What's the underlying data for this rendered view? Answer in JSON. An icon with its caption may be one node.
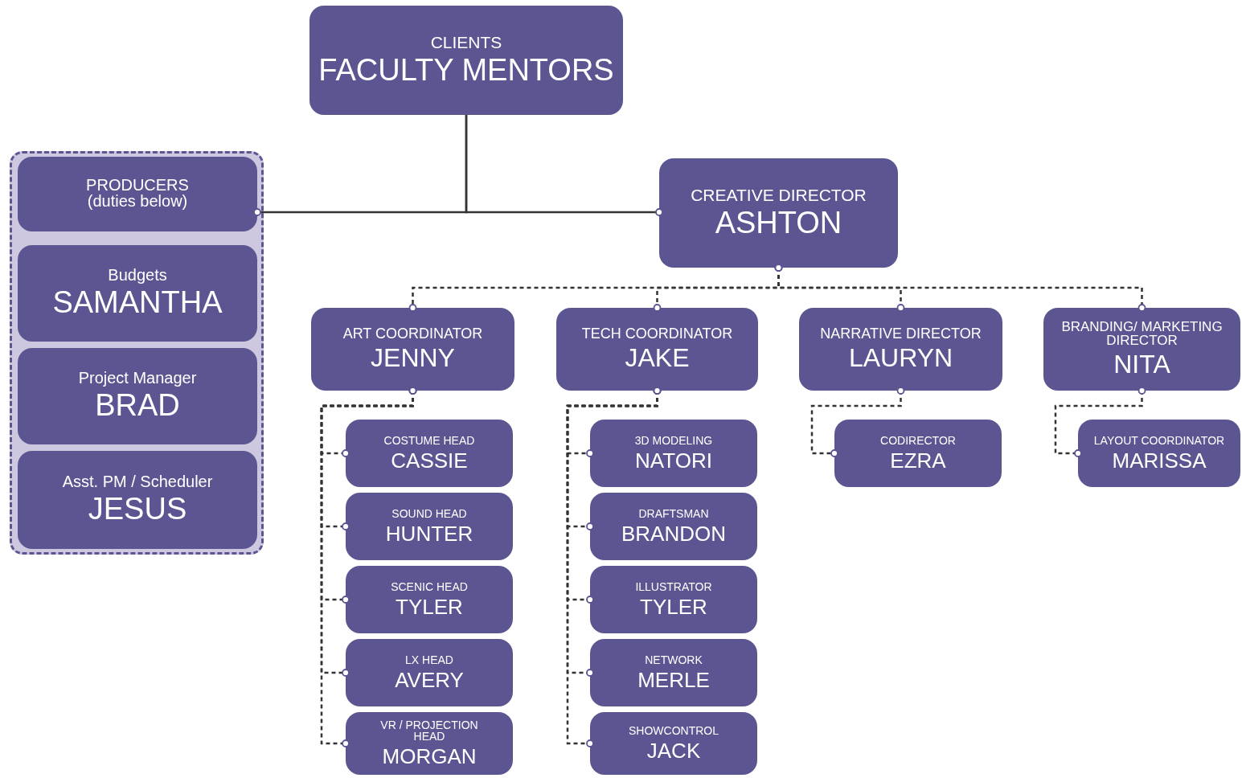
{
  "diagram": {
    "nodes": [
      {
        "text": [
          "CLIENTS",
          "FACULTY MENTORS"
        ]
      },
      {
        "text": [],
        "shape": "box"
      },
      {
        "text": [
          "PRODUCERS (duties below)"
        ],
        "in": 1
      },
      {
        "text": [
          "Budgets",
          "SAMANTHA"
        ],
        "in": 1
      },
      {
        "text": [
          "Project Manager",
          "BRAD"
        ],
        "in": 1
      },
      {
        "text": [
          "Asst. PM / Scheduler",
          "JESUS"
        ],
        "in": 1
      },
      {
        "text": [
          "CREATIVE DIRECTOR",
          "ASHTON"
        ]
      },
      {
        "text": [
          "ART COORDINATOR",
          "JENNY"
        ]
      },
      {
        "text": [
          "TECH COORDINATOR",
          "JAKE"
        ]
      },
      {
        "text": [
          "NARRATIVE DIRECTOR",
          "LAURYN"
        ]
      },
      {
        "text": [
          "BRANDING/ MARKETING DIRECTOR",
          "NITA"
        ]
      },
      {
        "text": [
          "COSTUME HEAD",
          "CASSIE"
        ]
      },
      {
        "text": [
          "SOUND HEAD",
          "HUNTER"
        ]
      },
      {
        "text": [
          "SCENIC HEAD",
          "TYLER"
        ]
      },
      {
        "text": [
          "LX HEAD",
          "AVERY"
        ]
      },
      {
        "text": [
          "VR / PROJECTION HEAD",
          "MORGAN"
        ]
      },
      {
        "text": [
          "3D MODELING",
          "NATORI"
        ]
      },
      {
        "text": [
          "DRAFTSMAN",
          "BRANDON"
        ]
      },
      {
        "text": [
          "ILLUSTRATOR",
          "TYLER"
        ]
      },
      {
        "text": [
          "NETWORK",
          "MERLE"
        ]
      },
      {
        "text": [
          "SHOWCONTROL",
          "JACK"
        ]
      },
      {
        "text": [
          "CODIRECTOR",
          "EZRA"
        ]
      },
      {
        "text": [
          "LAYOUT COORDINATOR",
          "MARISSA"
        ]
      }
    ],
    "edges": [
      {
        "from": 0,
        "to": 2,
        "arrow": "other"
      },
      {
        "from": 0,
        "to": 6,
        "arrow": "other"
      },
      {
        "from": 6,
        "to": 7,
        "arrow": "other",
        "style": "dashed"
      },
      {
        "from": 6,
        "to": 8,
        "arrow": "other",
        "style": "dashed"
      },
      {
        "from": 6,
        "to": 9,
        "arrow": "other",
        "style": "dashed"
      },
      {
        "from": 6,
        "to": 10,
        "arrow": "other",
        "style": "dashed"
      },
      {
        "from": 7,
        "to": 11,
        "arrow": "other",
        "style": "dashed"
      },
      {
        "from": 7,
        "to": 12,
        "arrow": "other",
        "style": "dashed"
      },
      {
        "from": 7,
        "to": 13,
        "arrow": "other",
        "style": "dashed"
      },
      {
        "from": 7,
        "to": 14,
        "arrow": "other",
        "style": "dashed"
      },
      {
        "from": 7,
        "to": 15,
        "arrow": "other",
        "style": "dashed"
      },
      {
        "from": 8,
        "to": 16,
        "arrow": "other",
        "style": "dashed"
      },
      {
        "from": 8,
        "to": 17,
        "arrow": "other",
        "style": "dashed"
      },
      {
        "from": 8,
        "to": 18,
        "arrow": "other",
        "style": "dashed"
      },
      {
        "from": 8,
        "to": 19,
        "arrow": "other",
        "style": "dashed"
      },
      {
        "from": 8,
        "to": 20,
        "arrow": "other",
        "style": "dashed"
      },
      {
        "from": 9,
        "to": 21,
        "arrow": "other",
        "style": "dashed"
      },
      {
        "from": 10,
        "to": 22,
        "arrow": "other",
        "style": "dashed"
      }
    ]
  }
}
